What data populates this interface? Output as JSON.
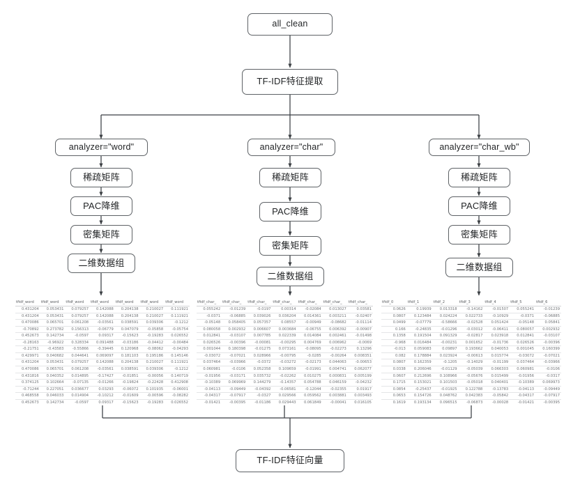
{
  "diagram": {
    "title_node": "all_clean",
    "feature_node": "TF-IDF特征提取",
    "output_node": "TF-IDF特征向量",
    "branches": [
      {
        "id": "word",
        "analyzer_label": "analyzer=\"word\"",
        "steps": [
          "稀疏矩阵",
          "PAC降维",
          "密集矩阵",
          "二维数据组"
        ]
      },
      {
        "id": "char",
        "analyzer_label": "analyzer=\"char\"",
        "steps": [
          "稀疏矩阵",
          "PAC降维",
          "密集矩阵",
          "二维数据组"
        ]
      },
      {
        "id": "char_wb",
        "analyzer_label": "analyzer=\"char_wb\"",
        "steps": [
          "稀疏矩阵",
          "PAC降维",
          "密集矩阵",
          "二维数据组"
        ]
      }
    ],
    "colors": {
      "node_border": "#5d6165",
      "node_fill": "#ffffff",
      "connector": "#3b3f43",
      "table_text": "#6f7276",
      "background": "#ffffff"
    }
  },
  "tables": {
    "word": {
      "columns": [
        "tfidf_word",
        "tfidf_word",
        "tfidf_word",
        "tfidf_word",
        "tfidf_word",
        "tfidf_word",
        "tfidf_word"
      ],
      "rows": [
        [
          "0.431204",
          "0.053431",
          "0.079257",
          "0.142088",
          "0.204138",
          "0.210027",
          "0.111921"
        ],
        [
          "0.431204",
          "0.053431",
          "0.079257",
          "0.142088",
          "0.204138",
          "0.210027",
          "0.111921"
        ],
        [
          "0.470086",
          "0.065701",
          "0.061208",
          "-0.03561",
          "0.038591",
          "0.039306",
          "-0.1212"
        ],
        [
          "-0.70892",
          "0.273782",
          "0.156313",
          "-0.06779",
          "0.047079",
          "-0.05858",
          "-0.05754"
        ],
        [
          "0.452673",
          "0.142734",
          "-0.0597",
          "0.09317",
          "-0.15623",
          "-0.19283",
          "0.026552"
        ],
        [
          "-0.28163",
          "-0.96922",
          "0.328334",
          "0.091488",
          "-0.03186",
          "-0.04412",
          "-0.00484"
        ],
        [
          "-0.21751",
          "-0.43583",
          "-0.55866",
          "-0.39445",
          "0.120968",
          "-0.08062",
          "-0.04293"
        ],
        [
          "0.429971",
          "0.040682",
          "0.044641",
          "0.069097",
          "0.181103",
          "0.195186",
          "0.145146"
        ],
        [
          "0.431204",
          "0.053431",
          "0.079257",
          "0.142088",
          "0.204138",
          "0.210027",
          "0.111921"
        ],
        [
          "0.470086",
          "0.065701",
          "0.061208",
          "-0.03561",
          "0.038591",
          "0.039306",
          "-0.1212"
        ],
        [
          "0.431816",
          "0.040352",
          "0.014895",
          "-0.17427",
          "-0.01851",
          "-0.00056",
          "0.140719"
        ],
        [
          "0.374125",
          "0.102664",
          "-0.07135",
          "-0.01266",
          "-0.19824",
          "-0.22428",
          "0.412908"
        ],
        [
          "-0.71244",
          "0.227051",
          "0.036677",
          "0.03293",
          "-0.06072",
          "0.101935",
          "-0.06001"
        ],
        [
          "0.468558",
          "0.046033",
          "0.014904",
          "-0.10212",
          "-0.01609",
          "-0.00596",
          "-0.08282"
        ],
        [
          "0.452673",
          "0.142734",
          "-0.0597",
          "0.09317",
          "-0.15623",
          "-0.19283",
          "0.026552"
        ]
      ]
    },
    "char": {
      "columns": [
        "tfidf_char_",
        "tfidf_char_",
        "tfidf_char_",
        "tfidf_char_",
        "tfidf_char_",
        "tfidf_char_",
        "tfidf_char_"
      ],
      "rows": [
        [
          "0.055242",
          "-0.01239",
          "-0.0197",
          "0.00314",
          "-0.02084",
          "0.013027",
          "0.03581"
        ],
        [
          "-0.0371",
          "-0.06885",
          "0.039026",
          "0.036204",
          "0.014361",
          "0.003211",
          "-0.02407"
        ],
        [
          "-0.05148",
          "0.058405",
          "0.057357",
          "0.08557",
          "-0.00949",
          "-0.08682",
          "-0.01114"
        ],
        [
          "0.080058",
          "0.002932",
          "0.006607",
          "0.003684",
          "-0.06755",
          "0.006392",
          "-0.00907"
        ],
        [
          "0.012841",
          "-0.03107",
          "0.007785",
          "0.022339",
          "0.014084",
          "0.002461",
          "-0.01498"
        ],
        [
          "0.026526",
          "-0.00396",
          "-0.00081",
          "-0.00295",
          "0.004769",
          "0.006962",
          "-0.0069"
        ],
        [
          "0.001044",
          "0.180398",
          "-0.01275",
          "0.073161",
          "-0.08095",
          "-0.02273",
          "0.13296"
        ],
        [
          "-0.03072",
          "-0.07021",
          "0.028966",
          "-0.00795",
          "-0.0285",
          "-0.00264",
          "0.008351"
        ],
        [
          "0.037464",
          "-0.03966",
          "-0.0372",
          "-0.03272",
          "-0.02173",
          "0.044063",
          "-0.00653"
        ],
        [
          "0.060981",
          "-0.0106",
          "0.052358",
          "0.109659",
          "-0.01991",
          "0.004741",
          "0.062077"
        ],
        [
          "-0.01956",
          "-0.03171",
          "0.035732",
          "-0.02262",
          "0.010275",
          "0.000831",
          "0.005199"
        ],
        [
          "-0.10389",
          "0.069969",
          "0.144279",
          "-0.14357",
          "0.054788",
          "0.046159",
          "-0.04232"
        ],
        [
          "-0.04113",
          "-0.09449",
          "-0.04392",
          "-0.06581",
          "-0.12044",
          "-0.02355",
          "0.01917"
        ],
        [
          "-0.04317",
          "-0.07917",
          "-0.0327",
          "0.029566",
          "0.059562",
          "0.003881",
          "0.003493"
        ],
        [
          "-0.01421",
          "-0.00395",
          "-0.01186",
          "0.029443",
          "0.061849",
          "-0.00041",
          "0.016105"
        ]
      ]
    },
    "char_wb": {
      "columns": [
        "tfidf_0",
        "tfidf_1",
        "tfidf_2",
        "tfidf_3",
        "tfidf_4",
        "tfidf_5",
        "tfidf_6"
      ],
      "rows": [
        [
          "0.0626",
          "0.19939",
          "0.013318",
          "-0.14162",
          "-0.01507",
          "0.055241",
          "-0.01239"
        ],
        [
          "0.0807",
          "0.123484",
          "0.024224",
          "0.022733",
          "-0.10929",
          "-0.0371",
          "-0.06885"
        ],
        [
          "0.0499",
          "-0.07779",
          "-0.58666",
          "-0.02528",
          "0.051424",
          "-0.05148",
          "0.05841"
        ],
        [
          "0.166",
          "-0.24835",
          "-0.01296",
          "-0.03012",
          "-0.06411",
          "0.080057",
          "0.002932"
        ],
        [
          "0.1358",
          "0.191504",
          "0.091329",
          "-0.02817",
          "0.023918",
          "0.012841",
          "-0.03107"
        ],
        [
          "-0.968",
          "0.016484",
          "-0.00231",
          "0.001652",
          "-0.01736",
          "0.026526",
          "-0.00396"
        ],
        [
          "-0.013",
          "0.059083",
          "0.09897",
          "0.193662",
          "0.040053",
          "0.001045",
          "0.160399"
        ],
        [
          "0.082",
          "0.178884",
          "0.023924",
          "-0.00613",
          "0.015774",
          "-0.03072",
          "-0.07021"
        ],
        [
          "0.0807",
          "0.162359",
          "-0.1205",
          "-0.14029",
          "-0.01199",
          "0.037464",
          "-0.03966"
        ],
        [
          "0.0338",
          "0.206046",
          "-0.01129",
          "-0.05039",
          "0.066303",
          "0.060981",
          "-0.0106"
        ],
        [
          "0.0607",
          "0.212696",
          "0.108966",
          "-0.05676",
          "0.015499",
          "-0.01956",
          "-0.0317"
        ],
        [
          "0.1715",
          "0.153021",
          "0.101503",
          "-0.05018",
          "0.040401",
          "-0.10389",
          "0.069973"
        ],
        [
          "0.0854",
          "-0.25437",
          "-0.01925",
          "0.122788",
          "-0.13783",
          "-0.04113",
          "-0.09449"
        ],
        [
          "0.0653",
          "0.154726",
          "0.048762",
          "0.042383",
          "-0.05842",
          "-0.04317",
          "-0.07917"
        ],
        [
          "0.1619",
          "0.193134",
          "0.096515",
          "-0.06873",
          "-0.00028",
          "-0.01421",
          "-0.00395"
        ]
      ]
    }
  }
}
